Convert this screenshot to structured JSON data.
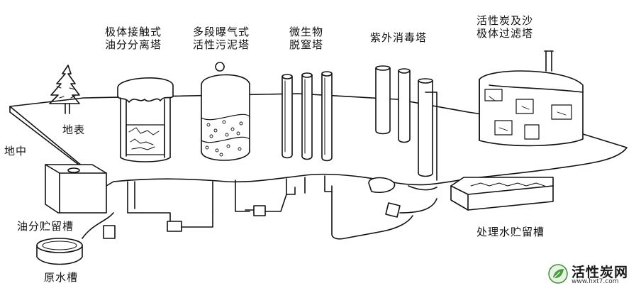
{
  "labels": {
    "tower1": [
      "极体接触式",
      "油分分离塔"
    ],
    "tower2": [
      "多段曝气式",
      "活性污泥塔"
    ],
    "tower3": [
      "微生物",
      "脱窒塔"
    ],
    "tower4": "紫外消毒塔",
    "tower5": [
      "活性炭及沙",
      "极体过滤塔"
    ],
    "surface": "地表",
    "underground": "地中",
    "oil_tank": "油分贮留槽",
    "raw_tank": "原水槽",
    "treated_tank": "处理水贮留槽"
  },
  "watermark": {
    "name": "活性炭网",
    "url": "www.hxt7.com"
  }
}
